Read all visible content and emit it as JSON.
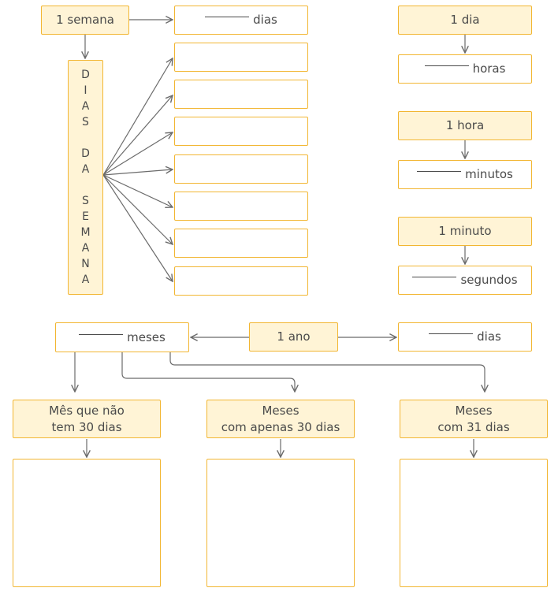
{
  "semana": {
    "label": "1 semana",
    "dias_suffix": "dias",
    "vertical_letters": [
      "D",
      "I",
      "A",
      "S",
      "",
      "D",
      "A",
      "",
      "S",
      "E",
      "M",
      "A",
      "N",
      "A"
    ]
  },
  "dia": {
    "label": "1 dia",
    "answer_suffix": "horas"
  },
  "hora": {
    "label": "1 hora",
    "answer_suffix": "minutos"
  },
  "minuto": {
    "label": "1 minuto",
    "answer_suffix": "segundos"
  },
  "ano": {
    "label": "1 ano",
    "meses_suffix": "meses",
    "dias_suffix": "dias"
  },
  "categories": [
    {
      "line1": "Mês que não",
      "line2": "tem 30 dias"
    },
    {
      "line1": "Meses",
      "line2": "com apenas 30 dias"
    },
    {
      "line1": "Meses",
      "line2": "com 31 dias"
    }
  ],
  "colors": {
    "border": "#f2b632",
    "fill": "#fff4d6",
    "arrow": "#6b6b6b",
    "text": "#4a4a4a"
  }
}
